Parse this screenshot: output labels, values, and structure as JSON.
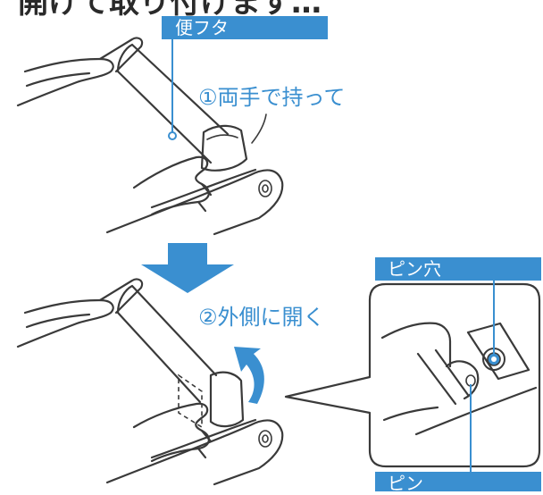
{
  "heading_partial": "開けて取り付けます…",
  "labels": {
    "lid": "便フタ",
    "pin_hole": "ピン穴",
    "pin": "ピン"
  },
  "steps": {
    "step1": "①両手で持って",
    "step2": "②外側に開く"
  },
  "colors": {
    "label_bg": "#3a8fd0",
    "label_text": "#ffffff",
    "step_text": "#3a8fd0",
    "arrow": "#3a8fd0",
    "line": "#3a3a3a"
  }
}
